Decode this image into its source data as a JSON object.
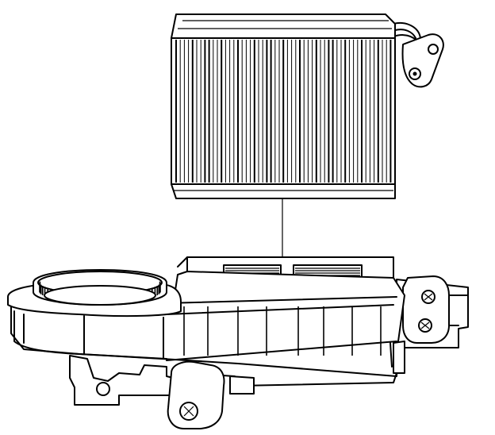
{
  "figure": {
    "description_visible_text": "",
    "parts": [
      {
        "name": "evaporator-core",
        "icon": "evaporator-core-icon"
      },
      {
        "name": "hvac-module-case",
        "icon": "hvac-case-icon"
      },
      {
        "name": "blower-motor-inlet",
        "icon": "blower-inlet-icon"
      },
      {
        "name": "mounting-bracket",
        "icon": "bracket-icon"
      }
    ],
    "colors": {
      "ink": "#000000",
      "paper": "#ffffff"
    }
  }
}
